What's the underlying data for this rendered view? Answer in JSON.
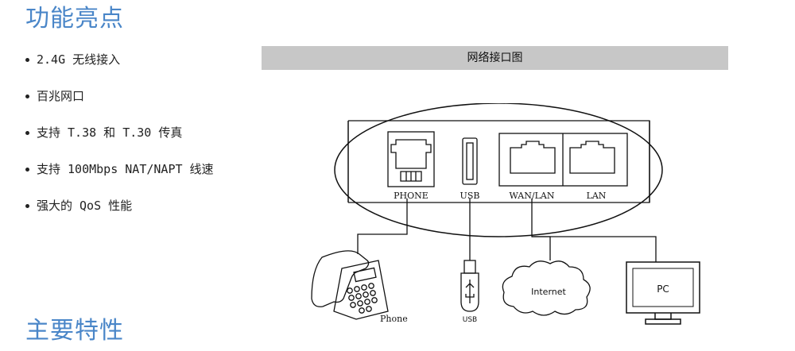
{
  "sections": {
    "features_title": "功能亮点",
    "main_title": "主要特性"
  },
  "features": [
    "2.4G 无线接入",
    "百兆网口",
    "支持 T.38 和 T.30 传真",
    "支持 100Mbps NAT/NAPT 线速",
    "强大的 QoS 性能"
  ],
  "diagram": {
    "title": "网络接口图",
    "ports": {
      "phone": "PHONE",
      "usb": "USB",
      "wan": "WAN/LAN",
      "lan": "LAN"
    },
    "devices": {
      "phone": "Phone",
      "usb": "USB",
      "internet": "Internet",
      "pc": "PC"
    }
  }
}
